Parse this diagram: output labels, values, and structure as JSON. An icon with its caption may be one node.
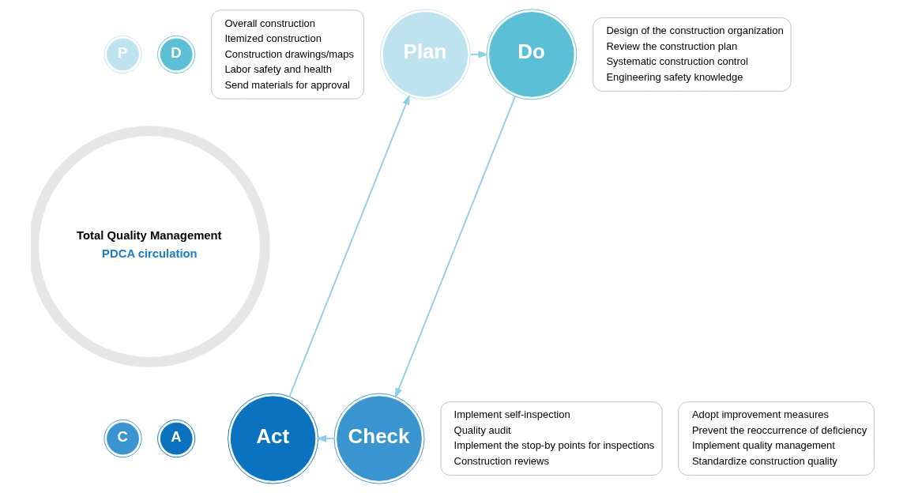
{
  "diagram": {
    "nodes": [
      {
        "text": [
          "Total Quality Management",
          "PDCA circulation"
        ]
      },
      {
        "text": [
          "Overall construction",
          "Itemized construction",
          "Construction drawings/maps",
          "Labor safety and health",
          "Send materials for approval"
        ]
      },
      {
        "text": [
          "Plan"
        ]
      },
      {
        "text": [
          "P"
        ]
      },
      {
        "text": [
          "Do"
        ]
      },
      {
        "text": [
          "D"
        ]
      },
      {
        "text": [
          "Design of the construction organization",
          "Review the construction plan",
          "Systematic construction control",
          "Engineering safety knowledge"
        ]
      },
      {
        "text": [
          "Implement self-inspection",
          "Quality audit",
          "Implement the stop-by points for inspections",
          "Construction reviews"
        ]
      },
      {
        "text": [
          "C"
        ]
      },
      {
        "text": [
          "Check"
        ]
      },
      {
        "text": [
          "A"
        ]
      },
      {
        "text": [
          "Adopt improvement measures",
          "Prevent the reoccurrence of deficiency",
          "Implement quality management",
          "Standardize construction quality"
        ]
      },
      {
        "text": [
          "Act"
        ]
      }
    ],
    "edges": [
      {
        "from": 2,
        "to": 4,
        "arrow": "to"
      },
      {
        "from": 4,
        "to": 9,
        "arrow": "to"
      },
      {
        "from": 9,
        "to": 12,
        "arrow": "to"
      },
      {
        "from": 12,
        "to": 2,
        "arrow": "to"
      }
    ]
  }
}
